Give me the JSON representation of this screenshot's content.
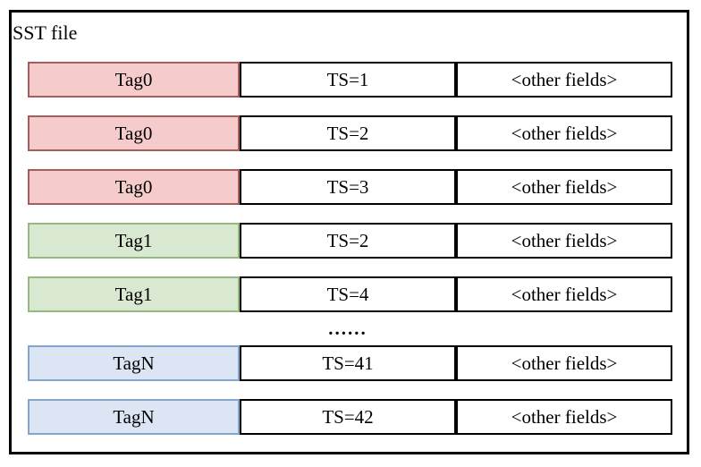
{
  "diagram": {
    "title": "SST file",
    "ellipsis": "......",
    "columns": [
      "tag",
      "timestamp",
      "other_fields"
    ],
    "colors": {
      "outline": "#000000",
      "cell_border": "#000000",
      "cell_background": "#ffffff",
      "tag0_fill": "#f5cccb",
      "tag0_border": "#a85c5a",
      "tag1_fill": "#d9e8d1",
      "tag1_border": "#94ba7d",
      "tagN_fill": "#dbe5f4",
      "tagN_border": "#84a5cf"
    },
    "rows": [
      {
        "tag": "Tag0",
        "ts": "TS=1",
        "other": "<other fields>",
        "fill": "#f5cccb",
        "border": "#a85c5a"
      },
      {
        "tag": "Tag0",
        "ts": "TS=2",
        "other": "<other fields>",
        "fill": "#f5cccb",
        "border": "#a85c5a"
      },
      {
        "tag": "Tag0",
        "ts": "TS=3",
        "other": "<other fields>",
        "fill": "#f5cccb",
        "border": "#a85c5a"
      },
      {
        "tag": "Tag1",
        "ts": "TS=2",
        "other": "<other fields>",
        "fill": "#d9e8d1",
        "border": "#94ba7d"
      },
      {
        "tag": "Tag1",
        "ts": "TS=4",
        "other": "<other fields>",
        "fill": "#d9e8d1",
        "border": "#94ba7d"
      },
      {
        "tag": "TagN",
        "ts": "TS=41",
        "other": "<other fields>",
        "fill": "#dbe5f4",
        "border": "#84a5cf"
      },
      {
        "tag": "TagN",
        "ts": "TS=42",
        "other": "<other fields>",
        "fill": "#dbe5f4",
        "border": "#84a5cf"
      }
    ]
  }
}
